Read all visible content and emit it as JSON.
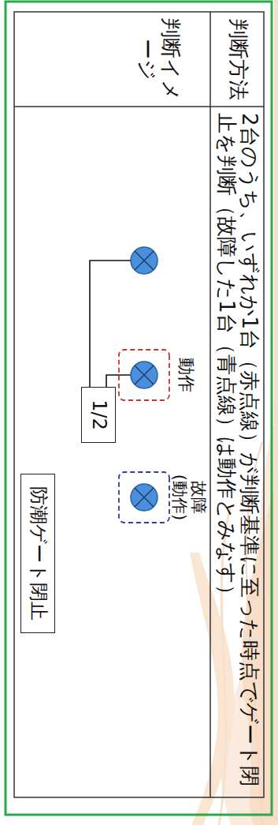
{
  "diagram": {
    "nodes": [
      {
        "text": [
          "1/2"
        ]
      },
      {
        "text": [
          "防潮ゲート閉止"
        ]
      }
    ],
    "edges": [
      {
        "from": 0,
        "to": 1,
        "arrow": "to"
      }
    ],
    "labels": [
      "判断方法",
      "2台のうち、いずれか1台（赤点線）が判断基準に至った時点でゲート閉止を判断（故障した1台（青点線）は動作とみなす）",
      "判断イメージ",
      "動作",
      "故障(動作)"
    ]
  }
}
